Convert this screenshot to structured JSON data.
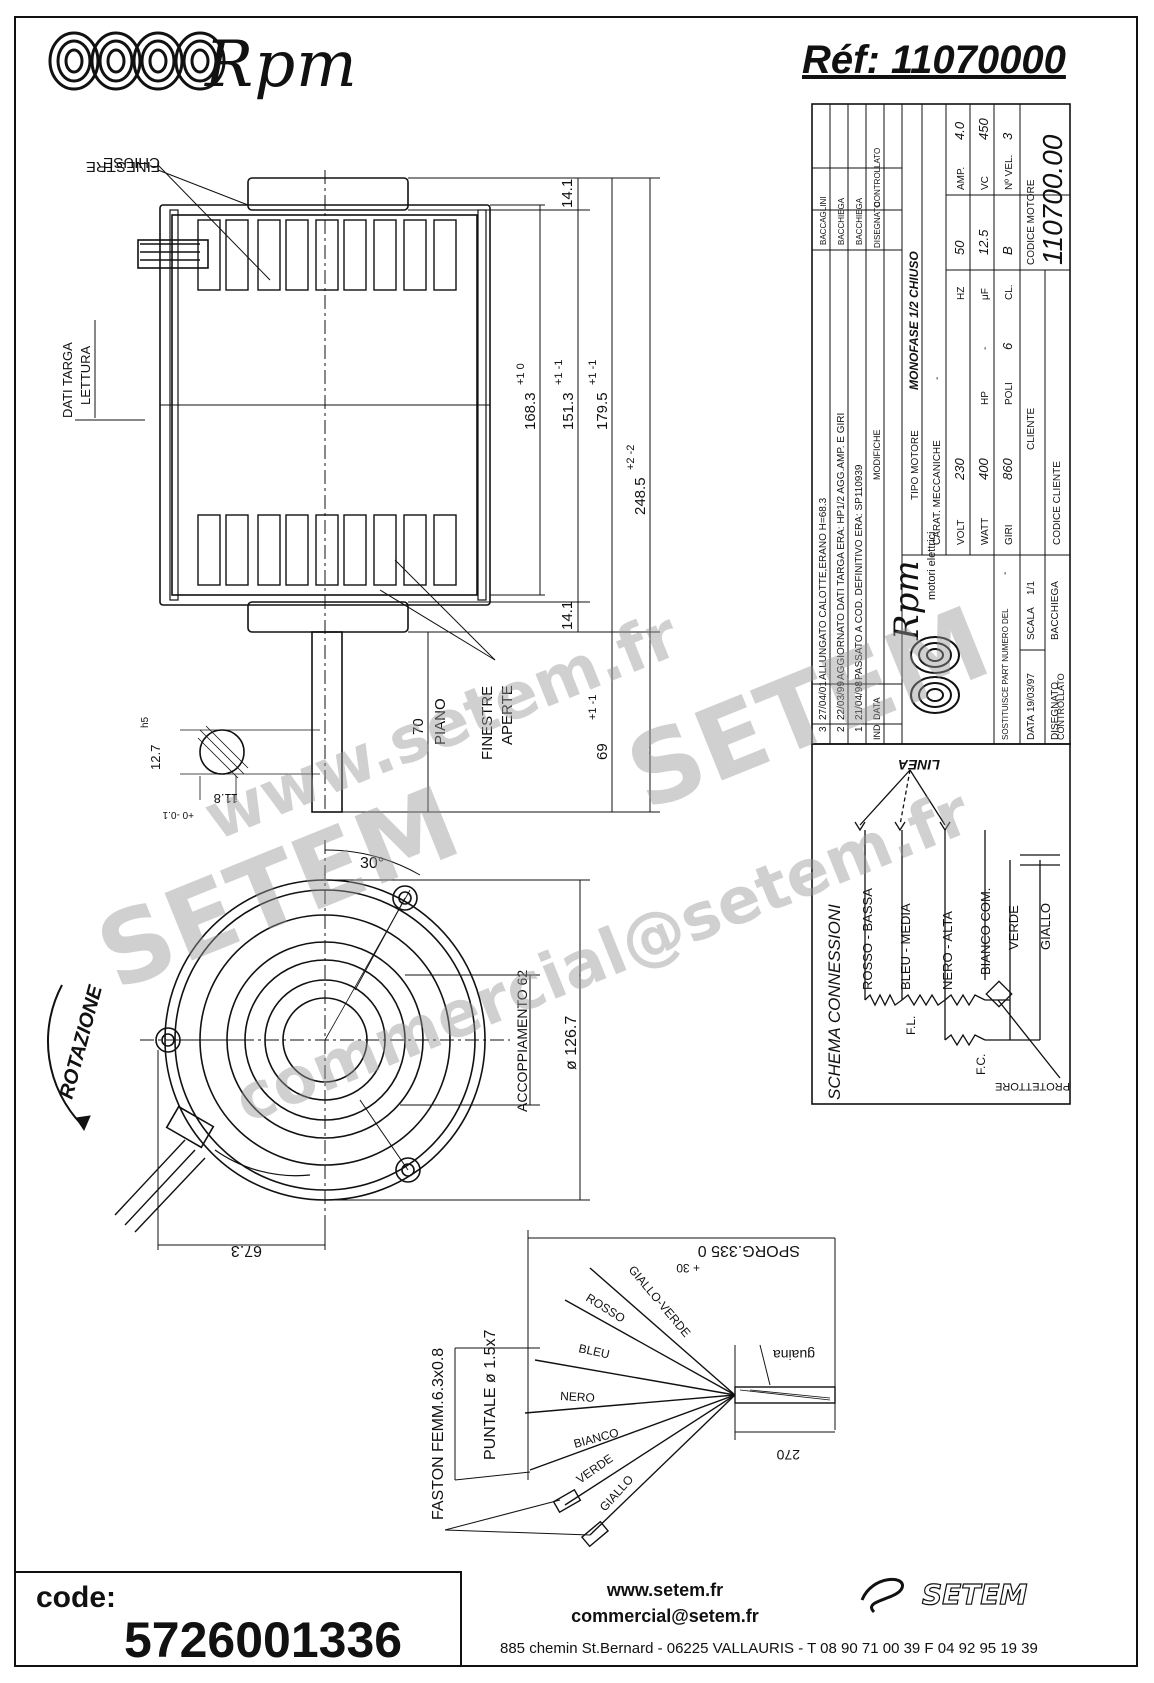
{
  "header": {
    "brand": "Rpm",
    "reference": "Réf:  11070000"
  },
  "side_view": {
    "labels": {
      "finestre_chiuse": [
        "FINESTRE",
        "CHIUSE"
      ],
      "dati_targa": [
        "DATI TARGA",
        "LETTURA"
      ],
      "finestre_aperte": [
        "FINESTRE",
        "APERTE"
      ],
      "piano": "PIANO"
    },
    "dimensions": {
      "d_14_1_top": "14.1",
      "d_14_1_bottom": "14.1",
      "d_168_3": "168.3",
      "d_168_3_tol": "+1  0",
      "d_151_3": "151.3",
      "d_151_3_tol": "+1  -1",
      "d_179_5": "179.5",
      "d_179_5_tol": "+1  -1",
      "d_248_5": "248.5",
      "d_248_5_tol": "+2  -2",
      "d_70": "70",
      "d_69": "69",
      "d_69_tol": "+1  -1",
      "shaft_12_7": "12.7",
      "shaft_h5": "h5",
      "shaft_11_8": "11.8",
      "shaft_tol": "+0  -0.1"
    }
  },
  "front_view": {
    "angle": "30°",
    "rotazione": "ROTAZIONE",
    "diameter": "ø 126.7",
    "accoppiamento": "ACCOPPIAMENTO 62",
    "width": "67.3"
  },
  "cable_view": {
    "sporg": "SPORG.335  0",
    "sporg_tol": "+ 30",
    "guaina": "guaina",
    "length": "270",
    "puntale": "PUNTALE ø 1.5x7",
    "faston": "FASTON FEMM.6.3x0.8",
    "wires": [
      "GIALLO-VERDE",
      "ROSSO",
      "BLEU",
      "NERO",
      "BIANCO",
      "VERDE",
      "GIALLO"
    ]
  },
  "title_block": {
    "revisions": [
      {
        "ind": "3",
        "data": "27/04/01",
        "modifiche": "ALLUNGATO CALOTTE,ERANO H=68.3",
        "disegnato": "BACCAGLINI"
      },
      {
        "ind": "2",
        "data": "22/03/99",
        "modifiche": "AGGIORNATO DATI TARGA ERA: HP1/2 AGG.AMP. E GIRI",
        "disegnato": "BACCHIEGA"
      },
      {
        "ind": "1",
        "data": "21/04/98",
        "modifiche": "PASSATO A COD. DEFINITIVO ERA: SP110939",
        "disegnato": "BACCHIEGA"
      }
    ],
    "col_headers": {
      "ind": "IND",
      "data": "DATA",
      "modifiche": "MODIFICHE",
      "disegnato": "DISEGNATO",
      "controllato": "CONTROLLATO"
    },
    "company": "Rpm",
    "company_sub": "motori elettrici",
    "tipo_motore_label": "TIPO MOTORE",
    "tipo_motore": "MONOFASE 1/2 CHIUSO",
    "carat_label": "CARAT. MECCANICHE",
    "carat_value": "-",
    "specs": [
      {
        "label": "VOLT",
        "value": "230",
        "label2": "HZ",
        "value2": "50",
        "label3": "AMP.",
        "value3": "4.0"
      },
      {
        "label": "WATT",
        "value": "400",
        "label2": "HP",
        "value2": "-",
        "label3": "μF",
        "value3": "12.5",
        "label4": "VC",
        "value4": "450"
      },
      {
        "label": "GIRI",
        "value": "860",
        "label2": "POLI",
        "value2": "6",
        "label3": "CL.",
        "value3": "B",
        "label4": "Nº VEL.",
        "value4": "3"
      }
    ],
    "sostituisce": "SOSTITUISCE PART NUMERO DEL",
    "sostituisce_value": "-",
    "data_label": "DATA",
    "data_value": "19/03/97",
    "scala_label": "SCALA",
    "scala_value": "1/1",
    "disegnato_label": "DISEGNATO",
    "disegnato_value": "BACCHIEGA",
    "controllato_label": "CONTROLLATO",
    "cliente_label": "CLIENTE",
    "codice_cliente_label": "CODICE CLIENTE",
    "codice_motore_label": "CODICE MOTORE",
    "codice_motore": "110700.00"
  },
  "schema": {
    "title": "SCHEMA CONNESSIONI",
    "linea": "LINEA",
    "wires": [
      "ROSSO - BASSA",
      "BLEU - MEDIA",
      "NERO - ALTA",
      "BIANCO COM.",
      "VERDE",
      "GIALLO"
    ],
    "fl": "F.L.",
    "fc": "F.C.",
    "protettore": "PROTETTORE"
  },
  "footer": {
    "code_label": "code:",
    "code_value": "5726001336",
    "website": "www.setem.fr",
    "email": "commercial@setem.fr",
    "address": "885 chemin St.Bernard  -  06225 VALLAURIS  -  T 08 90 71 00 39   F 04 92 95 19 39",
    "logo": "SETEM"
  },
  "watermark": {
    "line1": "www.setem.fr",
    "line2": "SETEM",
    "line3": "SETEM",
    "line4": "commercial@setem.fr"
  }
}
